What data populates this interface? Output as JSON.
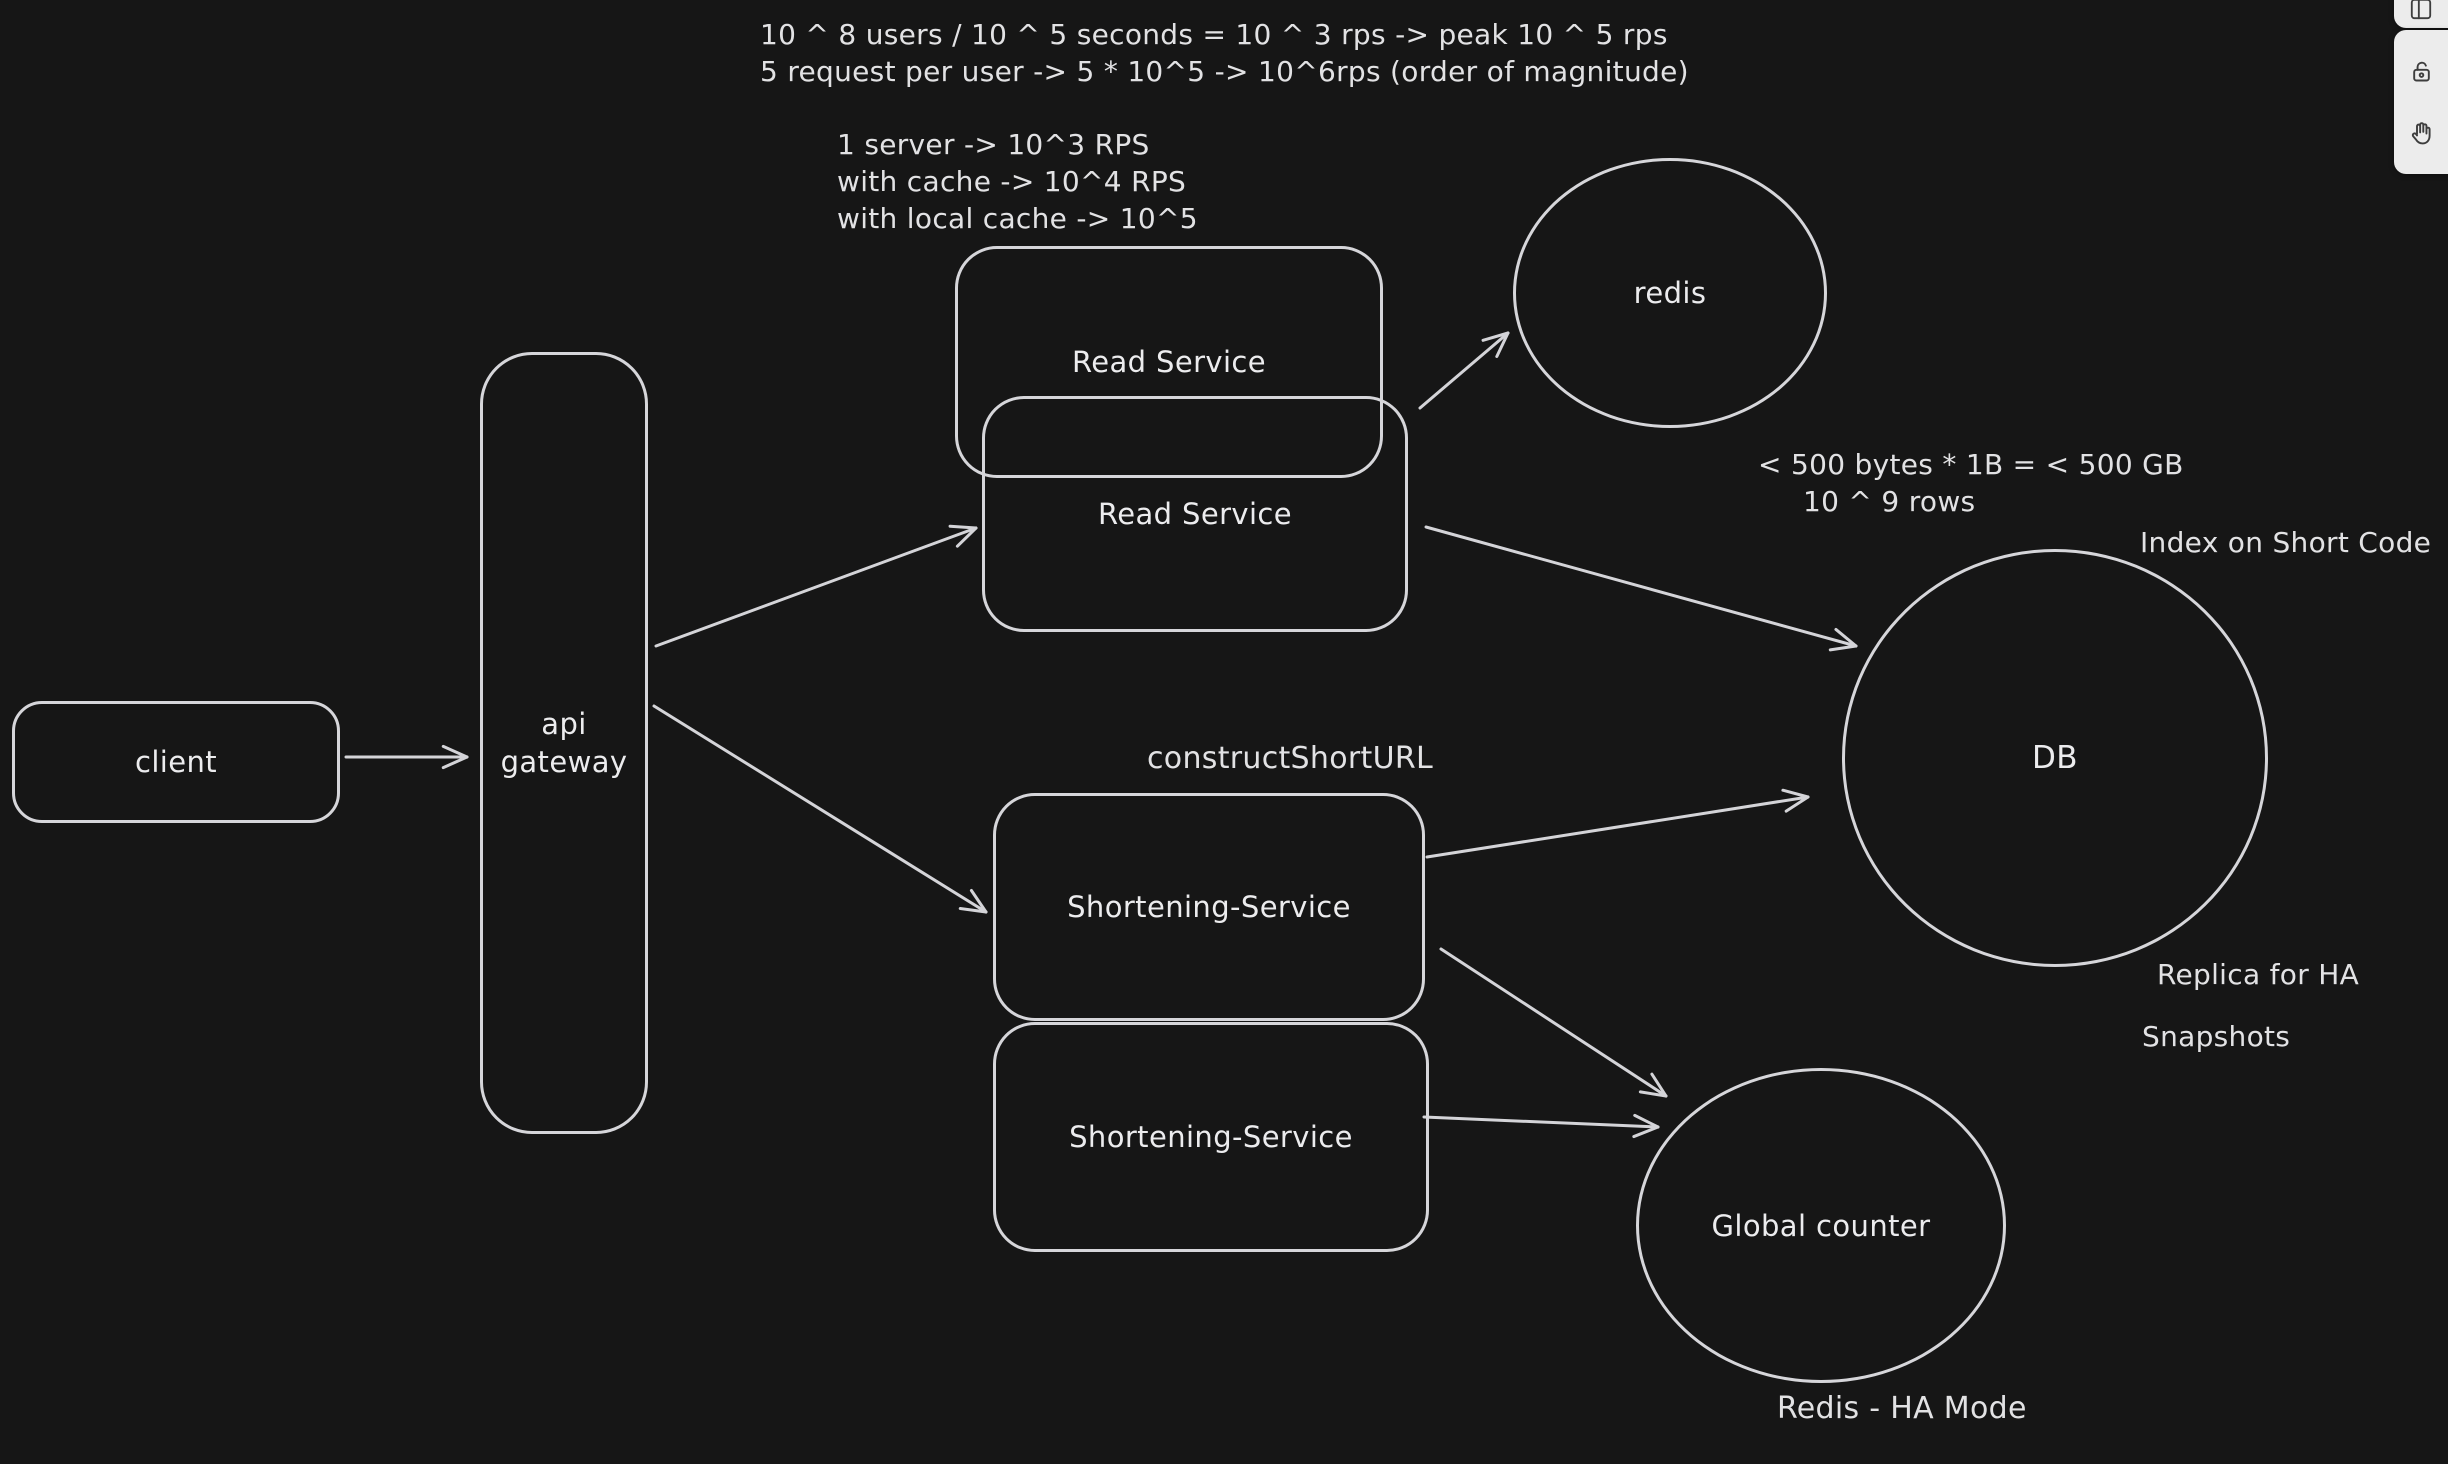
{
  "app": {
    "background": "#161616",
    "stroke_color": "#d6d6da",
    "text_color": "#e6e6e8",
    "panel_background": "#ececec",
    "panel_icon_color": "#3d3d3d"
  },
  "notes": {
    "capacity": {
      "line1": "10 ^ 8 users / 10 ^ 5 seconds = 10 ^ 3 rps -> peak 10 ^ 5 rps",
      "line2": "5 request per user -> 5 * 10^5 -> 10^6rps (order of magnitude)"
    },
    "throughput": {
      "line1": "1 server -> 10^3 RPS",
      "line2": "with cache -> 10^4 RPS",
      "line3": "with local cache -> 10^5"
    },
    "storage": {
      "line1": "< 500 bytes * 1B = < 500 GB",
      "line2": "10 ^ 9 rows"
    },
    "index_note": "Index on Short Code",
    "construct_label": "constructShortURL",
    "replica": {
      "line1": "Replica for HA",
      "line2": "Snapshots"
    },
    "redis_ha_note": "Redis - HA Mode"
  },
  "nodes": {
    "client": {
      "label": "client"
    },
    "api_gateway": {
      "line1": "api",
      "line2": "gateway"
    },
    "read_service_1": {
      "label": "Read Service"
    },
    "read_service_2": {
      "label": "Read Service"
    },
    "shortening_service_1": {
      "label": "Shortening-Service"
    },
    "shortening_service_2": {
      "label": "Shortening-Service"
    },
    "redis": {
      "label": "redis"
    },
    "db": {
      "label": "DB"
    },
    "global_counter": {
      "label": "Global counter"
    }
  },
  "edges": [
    {
      "from": "client",
      "to": "api-gateway"
    },
    {
      "from": "api-gateway",
      "to": "read-service-2"
    },
    {
      "from": "api-gateway",
      "to": "shortening-service-1"
    },
    {
      "from": "read-service-1",
      "to": "redis"
    },
    {
      "from": "read-service-2",
      "to": "db"
    },
    {
      "from": "shortening-service-1",
      "to": "db"
    },
    {
      "from": "shortening-service-1",
      "to": "global-counter"
    },
    {
      "from": "shortening-service-2",
      "to": "global-counter"
    }
  ],
  "toolbar": {
    "icons": [
      "library-icon",
      "lock-open-icon",
      "hand-icon"
    ]
  }
}
